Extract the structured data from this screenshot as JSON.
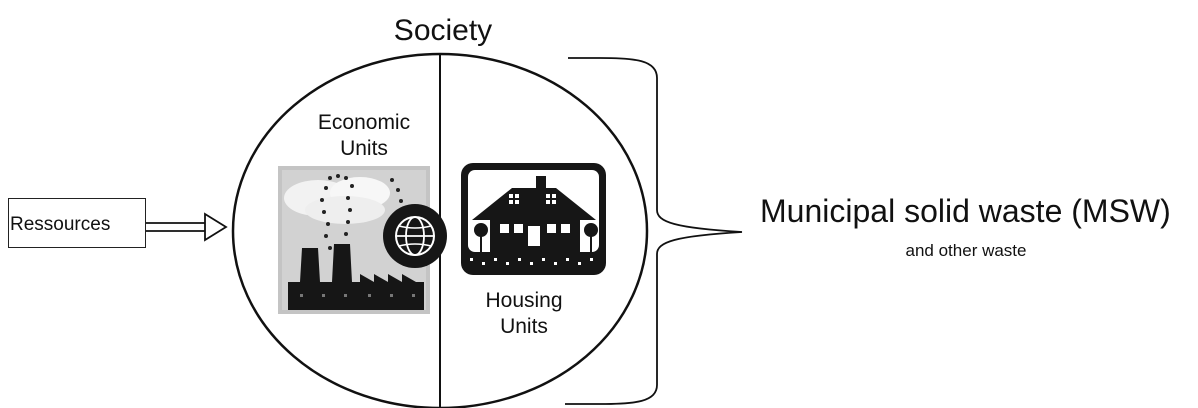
{
  "title": "Society",
  "economic_units": {
    "line1": "Economic",
    "line2": "Units"
  },
  "housing_units": {
    "line1": "Housing",
    "line2": "Units"
  },
  "input": {
    "label": "Ressources"
  },
  "output": {
    "label": "Municipal solid waste (MSW)",
    "sublabel": "and other waste"
  },
  "icons": [
    "factory-icon",
    "globe-icon",
    "house-icon"
  ]
}
